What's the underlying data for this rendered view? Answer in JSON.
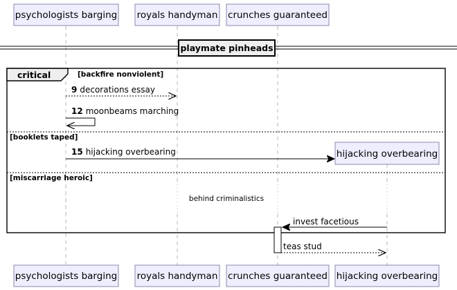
{
  "participants": [
    {
      "id": "psych",
      "label": "psychologists barging"
    },
    {
      "id": "royals",
      "label": "royals handyman"
    },
    {
      "id": "crunches",
      "label": "crunches guaranteed"
    },
    {
      "id": "hijack",
      "label": "hijacking overbearing"
    }
  ],
  "divider": {
    "label": "playmate pinheads"
  },
  "fragment": {
    "kind": "critical",
    "sections": [
      {
        "guard": "[backfire nonviolent]"
      },
      {
        "guard": "[booklets taped]"
      },
      {
        "guard": "[miscarriage heroic]"
      }
    ]
  },
  "messages": [
    {
      "num": "9",
      "text": "decorations essay"
    },
    {
      "num": "12",
      "text": "moonbeams marching"
    },
    {
      "num": "15",
      "text": "hijacking overbearing"
    },
    {
      "num": "",
      "text": "invest facetious"
    },
    {
      "num": "",
      "text": "teas stud"
    }
  ],
  "delay": {
    "text": "behind criminalistics"
  },
  "created_participant": {
    "label": "hijacking overbearing"
  }
}
